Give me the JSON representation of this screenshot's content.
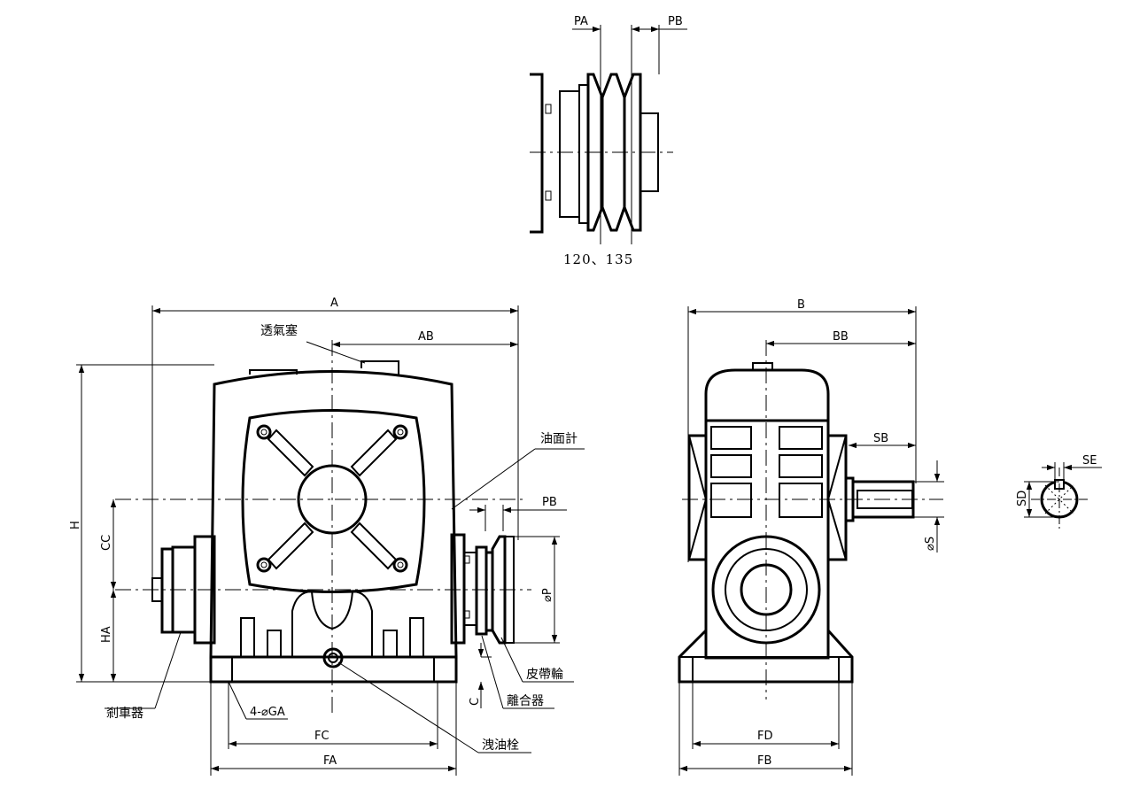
{
  "labels": {
    "A": "A",
    "AB": "AB",
    "B": "B",
    "BB": "BB",
    "SB": "SB",
    "H": "H",
    "CC": "CC",
    "HA": "HA",
    "C": "C",
    "FC": "FC",
    "FA": "FA",
    "FD": "FD",
    "FB": "FB",
    "PA": "PA",
    "PB_top": "PB",
    "PB_front": "PB",
    "P": "⌀P",
    "S": "⌀S",
    "SD": "SD",
    "SE": "SE",
    "GA": "4-⌀GA",
    "pulley_sizes": "120、135"
  },
  "callouts": {
    "breather": "透氣塞",
    "oil_gauge": "油面計",
    "belt_pulley": "皮帶輪",
    "clutch": "離合器",
    "brake": "剎車器",
    "drain_plug": "洩油栓"
  }
}
